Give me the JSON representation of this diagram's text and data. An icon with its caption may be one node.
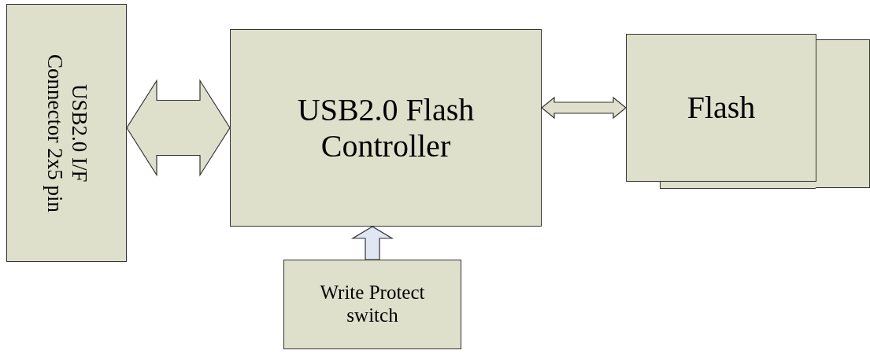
{
  "diagram": {
    "nodes": [
      {
        "text": [
          "USB2.0 I/F Connector 2x5 pin"
        ]
      },
      {
        "text": [
          "USB2.0 Flash Controller"
        ]
      },
      {
        "text": [],
        "shape": "box"
      },
      {
        "text": [
          "Flash"
        ]
      },
      {
        "text": [
          "Write Protect switch"
        ]
      }
    ],
    "edges": [
      {
        "from": 0,
        "to": 1,
        "arrow": "both"
      },
      {
        "from": 1,
        "to": 3,
        "arrow": "both"
      },
      {
        "from": 4,
        "to": 1,
        "arrow": "to",
        "color": "#dfe7f3"
      }
    ]
  }
}
